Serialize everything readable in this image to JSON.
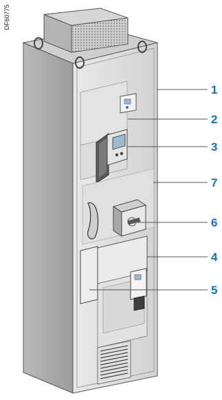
{
  "document_id": "DF60775",
  "callouts": [
    {
      "label": "1"
    },
    {
      "label": "2"
    },
    {
      "label": "3"
    },
    {
      "label": "7"
    },
    {
      "label": "6"
    },
    {
      "label": "4"
    },
    {
      "label": "5"
    }
  ],
  "colors": {
    "callout": "#1a6fae",
    "leader_line": "#555555",
    "cabinet_body": "#d9d9d9",
    "cabinet_side": "#a9a9a9",
    "display_screen": "#9db8cf"
  }
}
